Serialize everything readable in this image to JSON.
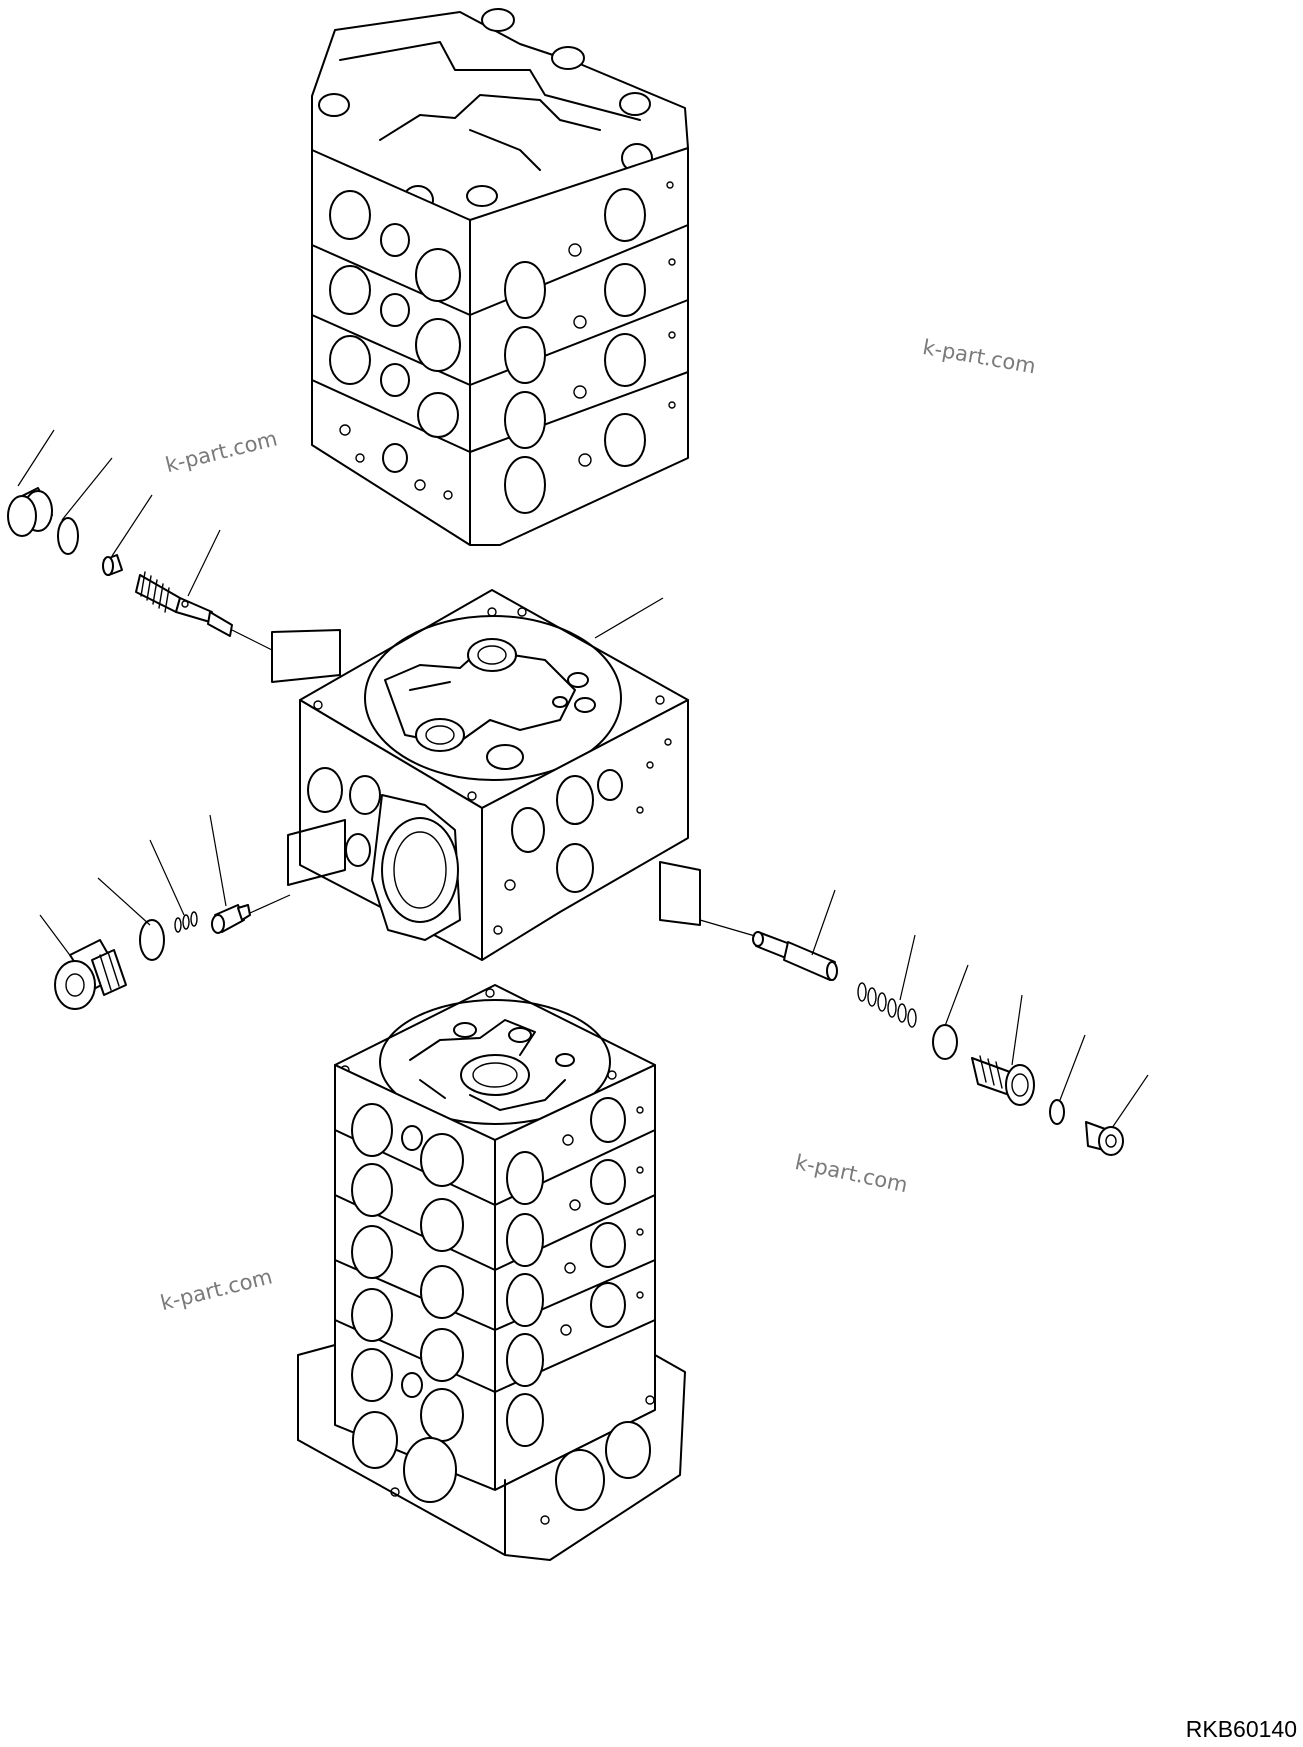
{
  "watermarks": [
    "k-part.com",
    "k-part.com",
    "k-part.com",
    "k-part.com"
  ],
  "drawing_code": "RKB60140"
}
